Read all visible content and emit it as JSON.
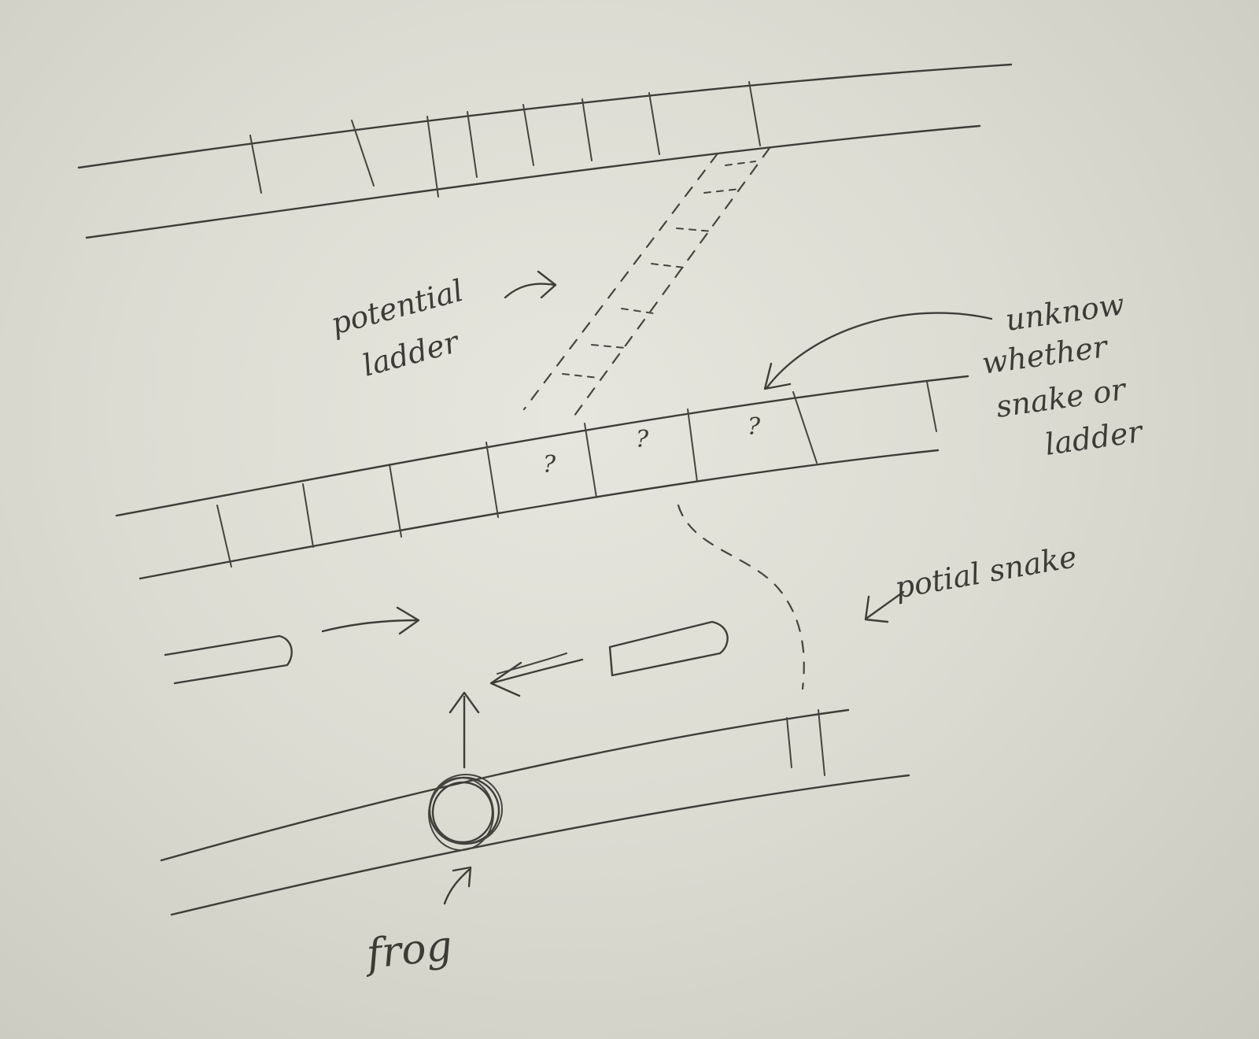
{
  "labels": {
    "potential_ladder": [
      "potential",
      "ladder"
    ],
    "unknown": [
      "unknow",
      "whether",
      "snake or",
      "ladder"
    ],
    "potential_snake": "potial snake",
    "frog": "frog",
    "question_marks": [
      "?",
      "?",
      "?"
    ]
  },
  "colors": {
    "paper": "#dcdcd3",
    "pencil": "#3f3d38"
  }
}
